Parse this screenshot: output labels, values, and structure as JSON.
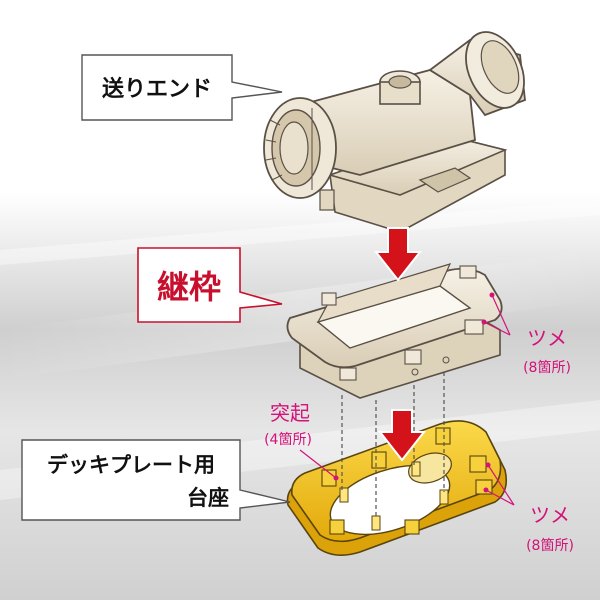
{
  "callouts": {
    "sending_end": "送りエンド",
    "joint_frame": "継枠",
    "deck_base_line1": "デッキプレート用",
    "deck_base_line2": "台座"
  },
  "labels": {
    "claw_upper": {
      "main": "ツメ",
      "count": "(8箇所)"
    },
    "claw_lower": {
      "main": "ツメ",
      "count": "(8箇所)"
    },
    "protrusion": {
      "main": "突起",
      "count": "(4箇所)"
    }
  },
  "colors": {
    "joint_frame_text": "#c8102e",
    "leader_magenta": "#d4127a",
    "arrow_red": "#d3121a",
    "base_yellow": "#f5c518",
    "part_cream": "#eee6d4"
  },
  "icons": {
    "arrow_top": "down-arrow-icon",
    "arrow_bottom": "down-arrow-icon"
  }
}
